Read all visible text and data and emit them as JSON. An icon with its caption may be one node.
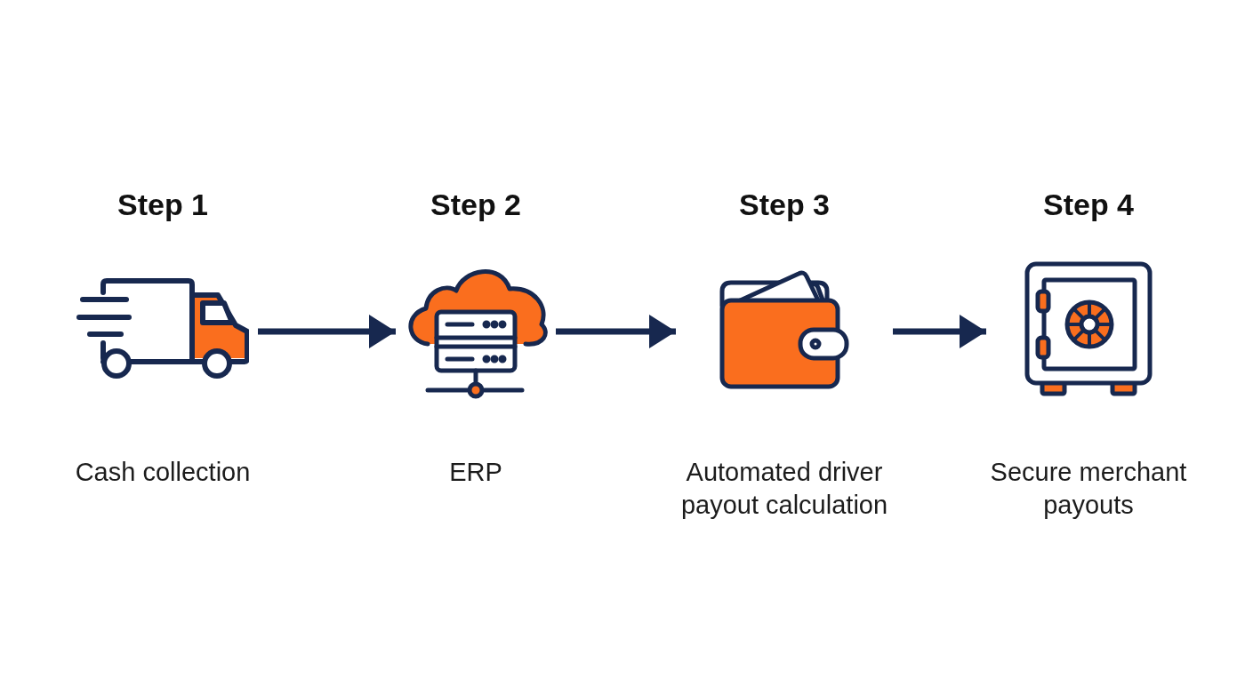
{
  "diagram": {
    "nodes": [
      {
        "text": [
          "Step 1",
          "Cash collection"
        ]
      },
      {
        "text": [
          "Step 2",
          "ERP"
        ]
      },
      {
        "text": [
          "Step 3",
          "Automated driver payout calculation"
        ]
      },
      {
        "text": [
          "Step 4",
          "Secure merchant payouts"
        ]
      }
    ],
    "edges": [
      {
        "from": 0,
        "to": 1,
        "arrow": "to"
      },
      {
        "from": 1,
        "to": 2,
        "arrow": "to"
      },
      {
        "from": 2,
        "to": 3,
        "arrow": "to"
      }
    ]
  }
}
